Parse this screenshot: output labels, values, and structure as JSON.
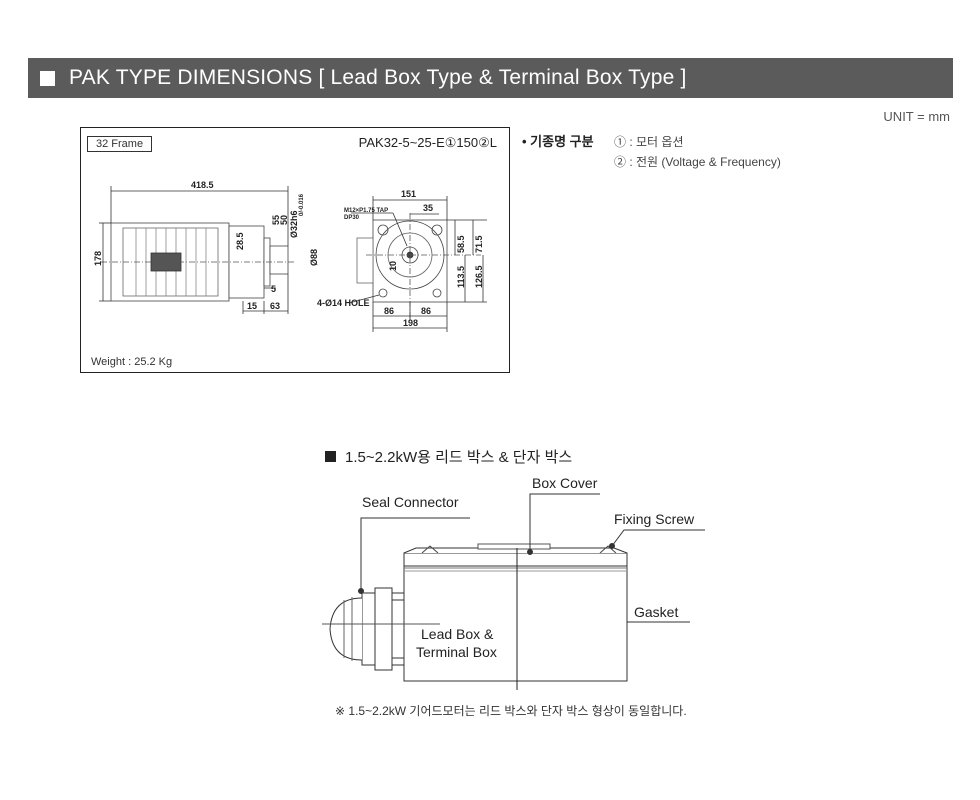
{
  "header": {
    "title": "PAK TYPE DIMENSIONS [ Lead Box Type & Terminal Box Type ]"
  },
  "unit": "UNIT = mm",
  "drawing": {
    "frame_label": "32 Frame",
    "model": "PAK32-5~25-E①150②L",
    "weight": "Weight : 25.2 Kg",
    "dims": {
      "overall_length": "418.5",
      "height": "178",
      "d1": "28.5",
      "d2": "55",
      "d3": "50",
      "shaft": "Ø32h6",
      "shaft_tol": "0/-0.016",
      "d4": "Ø88",
      "d5": "5",
      "d6": "15",
      "d7": "63",
      "hole": "4-Ø14 HOLE",
      "top_width": "151",
      "tap": "M12×P1.75 TAP",
      "dp": "DP30",
      "d8": "35",
      "d9": "10",
      "d10": "58.5",
      "d11": "71.5",
      "d12": "113.5",
      "d13": "126.5",
      "d14": "86",
      "d15": "86",
      "d16": "198"
    }
  },
  "info": {
    "title": "• 기종명 구분",
    "opt1": "① : 모터 옵션",
    "opt2": "② : 전원 (Voltage & Frequency)"
  },
  "section": {
    "title": "1.5~2.2kW용 리드 박스 & 단자 박스",
    "labels": {
      "seal_connector": "Seal Connector",
      "box_cover": "Box Cover",
      "fixing_screw": "Fixing Screw",
      "gasket": "Gasket",
      "lead_box_1": "Lead Box &",
      "lead_box_2": "Terminal Box"
    },
    "footnote": "※ 1.5~2.2kW 기어드모터는 리드 박스와 단자 박스 형상이 동일합니다."
  }
}
